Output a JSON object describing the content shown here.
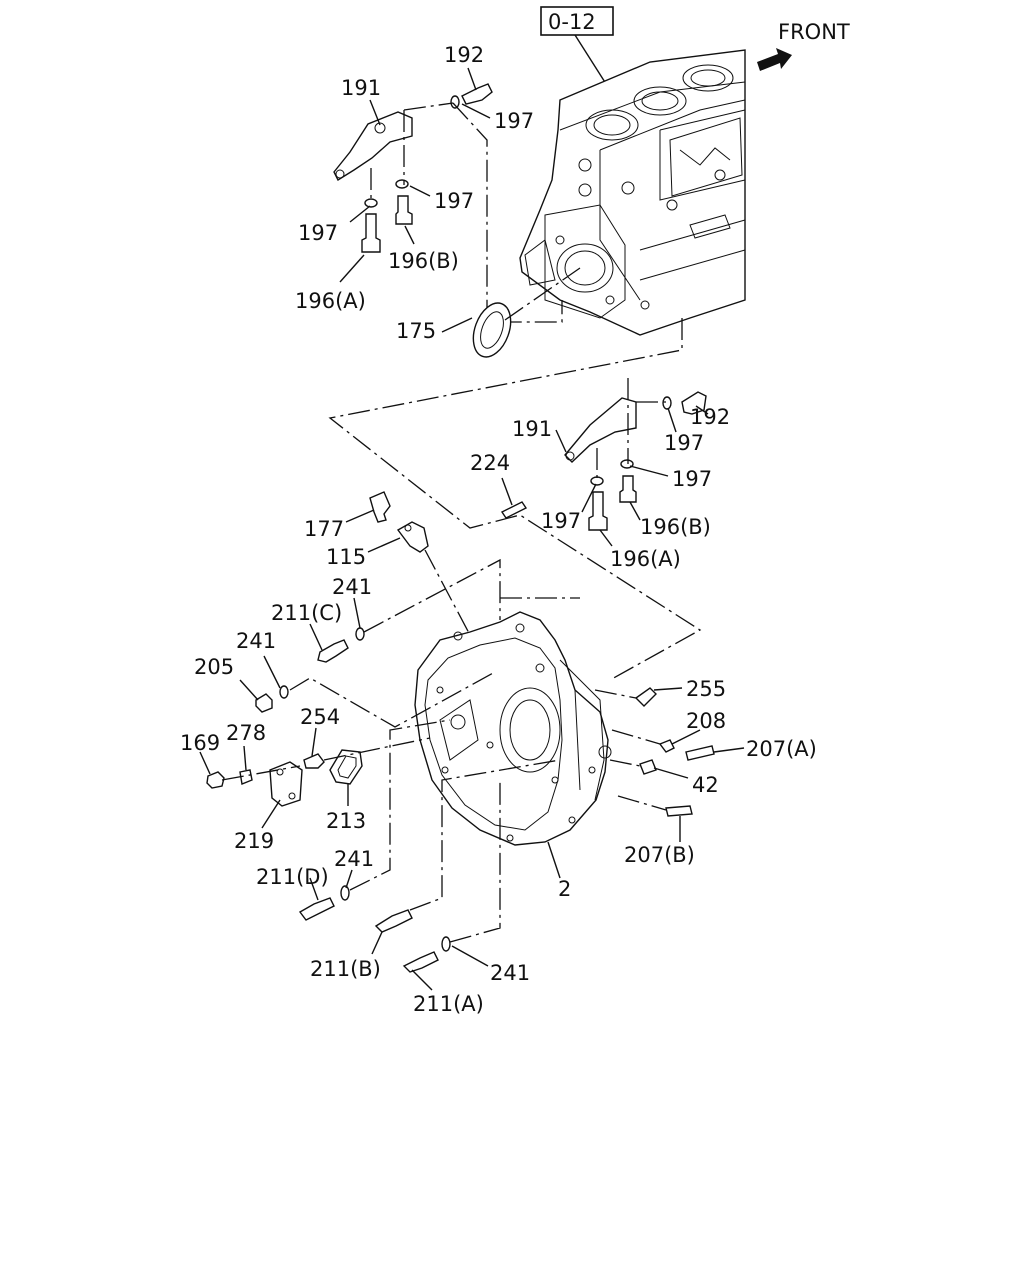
{
  "ref_box": "0-12",
  "front_label": "FRONT",
  "icons": {
    "front_arrow": "front-arrow-icon"
  },
  "callouts": [
    {
      "id": "c192a",
      "text": "192"
    },
    {
      "id": "c191a",
      "text": "191"
    },
    {
      "id": "c197a",
      "text": "197"
    },
    {
      "id": "c197b",
      "text": "197"
    },
    {
      "id": "c197c",
      "text": "197"
    },
    {
      "id": "c196Ba",
      "text": "196(B)"
    },
    {
      "id": "c196Aa",
      "text": "196(A)"
    },
    {
      "id": "c175",
      "text": "175"
    },
    {
      "id": "c191b",
      "text": "191"
    },
    {
      "id": "c192b",
      "text": "192"
    },
    {
      "id": "c197d",
      "text": "197"
    },
    {
      "id": "c197e",
      "text": "197"
    },
    {
      "id": "c197f",
      "text": "197"
    },
    {
      "id": "c196Bb",
      "text": "196(B)"
    },
    {
      "id": "c196Ab",
      "text": "196(A)"
    },
    {
      "id": "c224",
      "text": "224"
    },
    {
      "id": "c177",
      "text": "177"
    },
    {
      "id": "c115",
      "text": "115"
    },
    {
      "id": "c241a",
      "text": "241"
    },
    {
      "id": "c211C",
      "text": "211(C)"
    },
    {
      "id": "c241b",
      "text": "241"
    },
    {
      "id": "c205",
      "text": "205"
    },
    {
      "id": "c255",
      "text": "255"
    },
    {
      "id": "c208",
      "text": "208"
    },
    {
      "id": "c207A",
      "text": "207(A)"
    },
    {
      "id": "c254",
      "text": "254"
    },
    {
      "id": "c169",
      "text": "169"
    },
    {
      "id": "c278",
      "text": "278"
    },
    {
      "id": "c42",
      "text": "42"
    },
    {
      "id": "c213",
      "text": "213"
    },
    {
      "id": "c219",
      "text": "219"
    },
    {
      "id": "c207B",
      "text": "207(B)"
    },
    {
      "id": "c241c",
      "text": "241"
    },
    {
      "id": "c211D",
      "text": "211(D)"
    },
    {
      "id": "c2",
      "text": "2"
    },
    {
      "id": "c211B",
      "text": "211(B)"
    },
    {
      "id": "c241d",
      "text": "241"
    },
    {
      "id": "c211A",
      "text": "211(A)"
    }
  ]
}
